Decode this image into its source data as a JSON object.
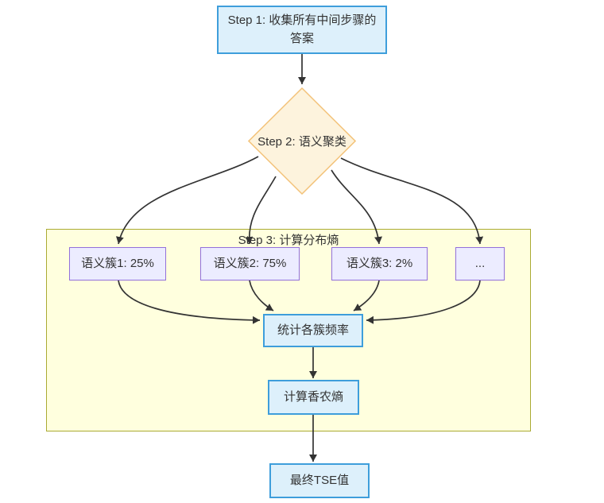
{
  "diagram": {
    "type": "flowchart",
    "nodes": {
      "step1": {
        "label": "Step 1: 收集所有中间步骤的答案"
      },
      "step2": {
        "label": "Step 2: 语义聚类"
      },
      "group": {
        "label": "Step 3: 计算分布熵"
      },
      "cluster1": {
        "label": "语义簇1: 25%"
      },
      "cluster2": {
        "label": "语义簇2: 75%"
      },
      "cluster3": {
        "label": "语义簇3: 2%"
      },
      "cluster4": {
        "label": "..."
      },
      "stats": {
        "label": "统计各簇频率"
      },
      "shannon": {
        "label": "计算香农熵"
      },
      "tse": {
        "label": "最终TSE值"
      }
    },
    "edges": [
      "step1 -> step2",
      "step2 -> cluster1",
      "step2 -> cluster2",
      "step2 -> cluster3",
      "step2 -> cluster4",
      "cluster1 -> stats",
      "cluster2 -> stats",
      "cluster3 -> stats",
      "cluster4 -> stats",
      "stats -> shannon",
      "shannon -> tse"
    ],
    "colors": {
      "process_fill": "#ddf0fb",
      "process_border": "#3e9edb",
      "decision_fill": "#fdf3dd",
      "decision_border": "#f3c37b",
      "cluster_fill": "#ececff",
      "cluster_border": "#9370db",
      "group_fill": "#ffffde",
      "group_border": "#aaaa33",
      "edge": "#333333",
      "text": "#333333"
    }
  }
}
